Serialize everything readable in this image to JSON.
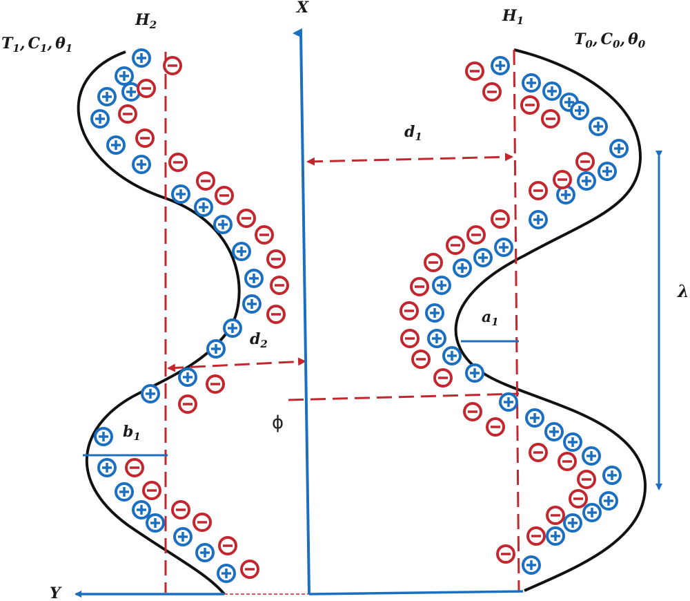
{
  "labels": {
    "x_axis": "X",
    "y_axis": "Y",
    "h2": {
      "base": "H",
      "sub": "2"
    },
    "h1": {
      "base": "H",
      "sub": "1"
    },
    "left_conditions": [
      {
        "base": "T",
        "sub": "1"
      },
      {
        "base": "C",
        "sub": "1"
      },
      {
        "base": "θ",
        "sub": "1"
      }
    ],
    "right_conditions": [
      {
        "base": "T",
        "sub": "0"
      },
      {
        "base": "C",
        "sub": "0"
      },
      {
        "base": "θ",
        "sub": "0"
      }
    ],
    "d1": {
      "base": "d",
      "sub": "1"
    },
    "d2": {
      "base": "d",
      "sub": "2"
    },
    "a1": {
      "base": "a",
      "sub": "1"
    },
    "b1": {
      "base": "b",
      "sub": "1"
    },
    "lambda": "λ",
    "phi": "ϕ",
    "separator": ","
  },
  "charges": {
    "positive": "⊕",
    "negative": "⊖"
  },
  "colors": {
    "axis_blue": "#1a6fc0",
    "dash_red": "#c4262e",
    "wall_black": "#111111",
    "ion_blue": "#1a6fc0",
    "ion_red": "#c4262e"
  }
}
